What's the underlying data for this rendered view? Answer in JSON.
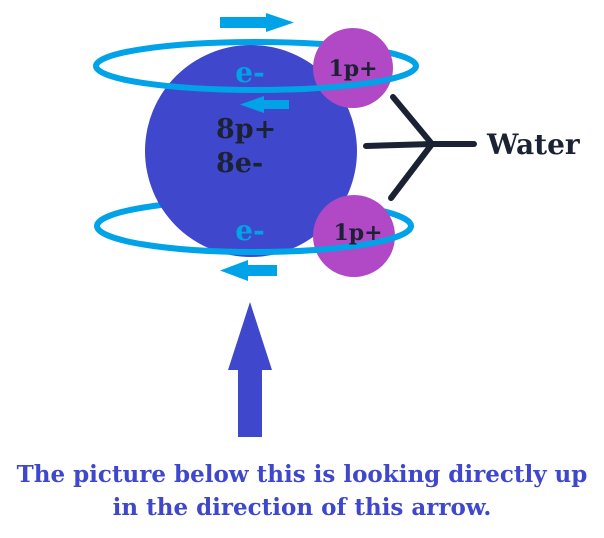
{
  "labels": {
    "electron_top": "e-",
    "electron_bottom": "e-",
    "oxygen_protons": "8p+",
    "oxygen_electrons": "8e-",
    "hydrogen_top": "1p+",
    "hydrogen_bottom": "1p+",
    "water": "Water"
  },
  "caption": {
    "line1": "The picture below this is looking directly up",
    "line2": "in the direction of this arrow."
  },
  "colors": {
    "oxygen": "#3f48cc",
    "hydrogen": "#b148c6",
    "orbit": "#00a2e8",
    "label_dark": "#1b2233",
    "electron_text": "#00a2e8",
    "up_arrow": "#3f48cc",
    "caption_text": "#3f48cc"
  }
}
